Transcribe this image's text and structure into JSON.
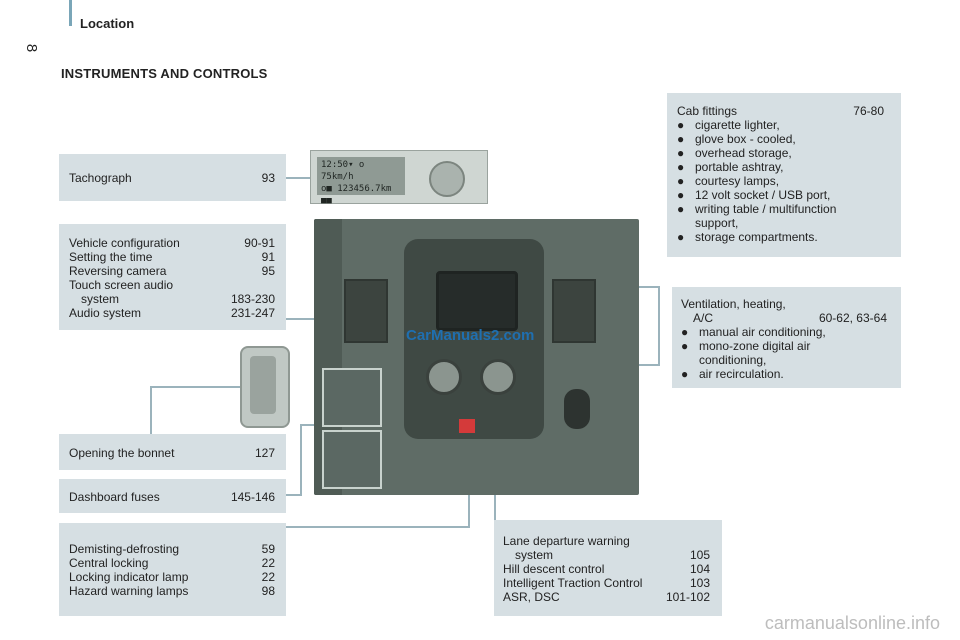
{
  "header": {
    "section": "Location",
    "page_number": "8"
  },
  "title": "INSTRUMENTS AND CONTROLS",
  "boxes": {
    "tachograph": {
      "rows": [
        {
          "label": "Tachograph",
          "page": "93"
        }
      ]
    },
    "vehicle": {
      "rows": [
        {
          "label": "Vehicle configuration",
          "page": "90-91"
        },
        {
          "label": "Setting the time",
          "page": "91"
        },
        {
          "label": "Reversing camera",
          "page": "95"
        },
        {
          "label": "Touch screen audio",
          "page": ""
        },
        {
          "label": "system",
          "page": "183-230"
        },
        {
          "label": "Audio system",
          "page": "231-247"
        }
      ]
    },
    "bonnet": {
      "rows": [
        {
          "label": "Opening the bonnet",
          "page": "127"
        }
      ]
    },
    "fuses": {
      "rows": [
        {
          "label": "Dashboard fuses",
          "page": "145-146"
        }
      ]
    },
    "demist": {
      "rows": [
        {
          "label": "Demisting-defrosting",
          "page": "59"
        },
        {
          "label": "Central locking",
          "page": "22"
        },
        {
          "label": "Locking indicator lamp",
          "page": "22"
        },
        {
          "label": "Hazard warning lamps",
          "page": "98"
        }
      ]
    },
    "lane": {
      "rows": [
        {
          "label": "Lane departure warning",
          "page": ""
        },
        {
          "label": "system",
          "page": "105"
        },
        {
          "label": "Hill descent control",
          "page": "104"
        },
        {
          "label": "Intelligent Traction Control",
          "page": "103"
        },
        {
          "label": "ASR, DSC",
          "page": "101-102"
        }
      ]
    },
    "cab": {
      "heading": {
        "label": "Cab fittings",
        "page": "76-80"
      },
      "bullets": [
        "cigarette lighter,",
        "glove box - cooled,",
        "overhead storage,",
        "portable ashtray,",
        "courtesy lamps,",
        "12 volt socket / USB port,",
        "writing table / multifunction",
        "storage compartments."
      ],
      "bullet_cont": "support,"
    },
    "ventilation": {
      "heading": "Ventilation, heating,",
      "sub": {
        "label": "A/C",
        "page": "60-62, 63-64"
      },
      "bullets": [
        "manual air conditioning,",
        "mono-zone digital air",
        "air recirculation."
      ],
      "bullet_cont": "conditioning,"
    }
  },
  "tacho_display": {
    "line1": "12:50▾ o  75km/h",
    "line2": "o■ 123456.7km ■■"
  },
  "watermarks": {
    "image": "CarManuals2.com",
    "footer": "carmanualsonline.info"
  },
  "colors": {
    "box_bg": "#d6dfe3",
    "leader": "#9bb3bc",
    "accent_bar": "#7aa6b8"
  },
  "bullet_glyph": "●"
}
